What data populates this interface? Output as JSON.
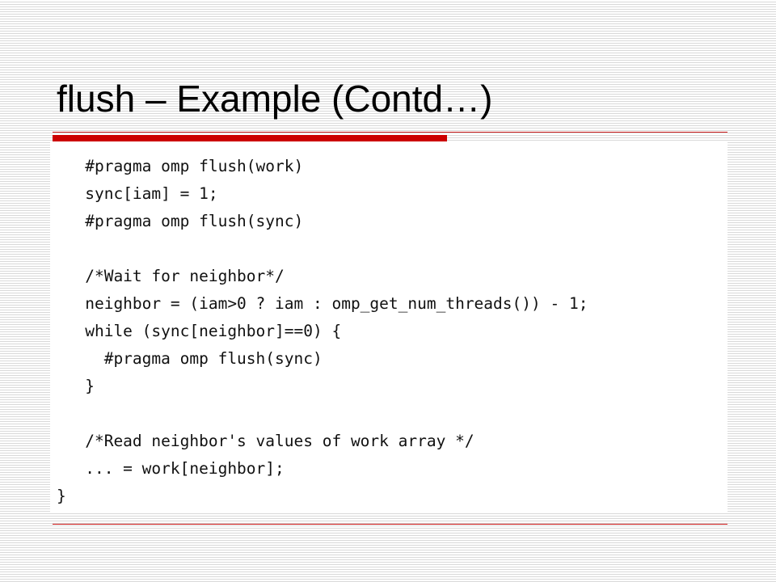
{
  "slide": {
    "title": "flush – Example (Contd…)"
  },
  "code": {
    "lines": [
      "   #pragma omp flush(work)",
      "   sync[iam] = 1;",
      "   #pragma omp flush(sync)",
      "",
      "   /*Wait for neighbor*/",
      "   neighbor = (iam>0 ? iam : omp_get_num_threads()) - 1;",
      "   while (sync[neighbor]==0) {",
      "     #pragma omp flush(sync)",
      "   }",
      "",
      "   /*Read neighbor's values of work array */",
      "   ... = work[neighbor];",
      "}"
    ]
  },
  "colors": {
    "accent": "#cc0000",
    "rule": "#cc1a1a"
  }
}
